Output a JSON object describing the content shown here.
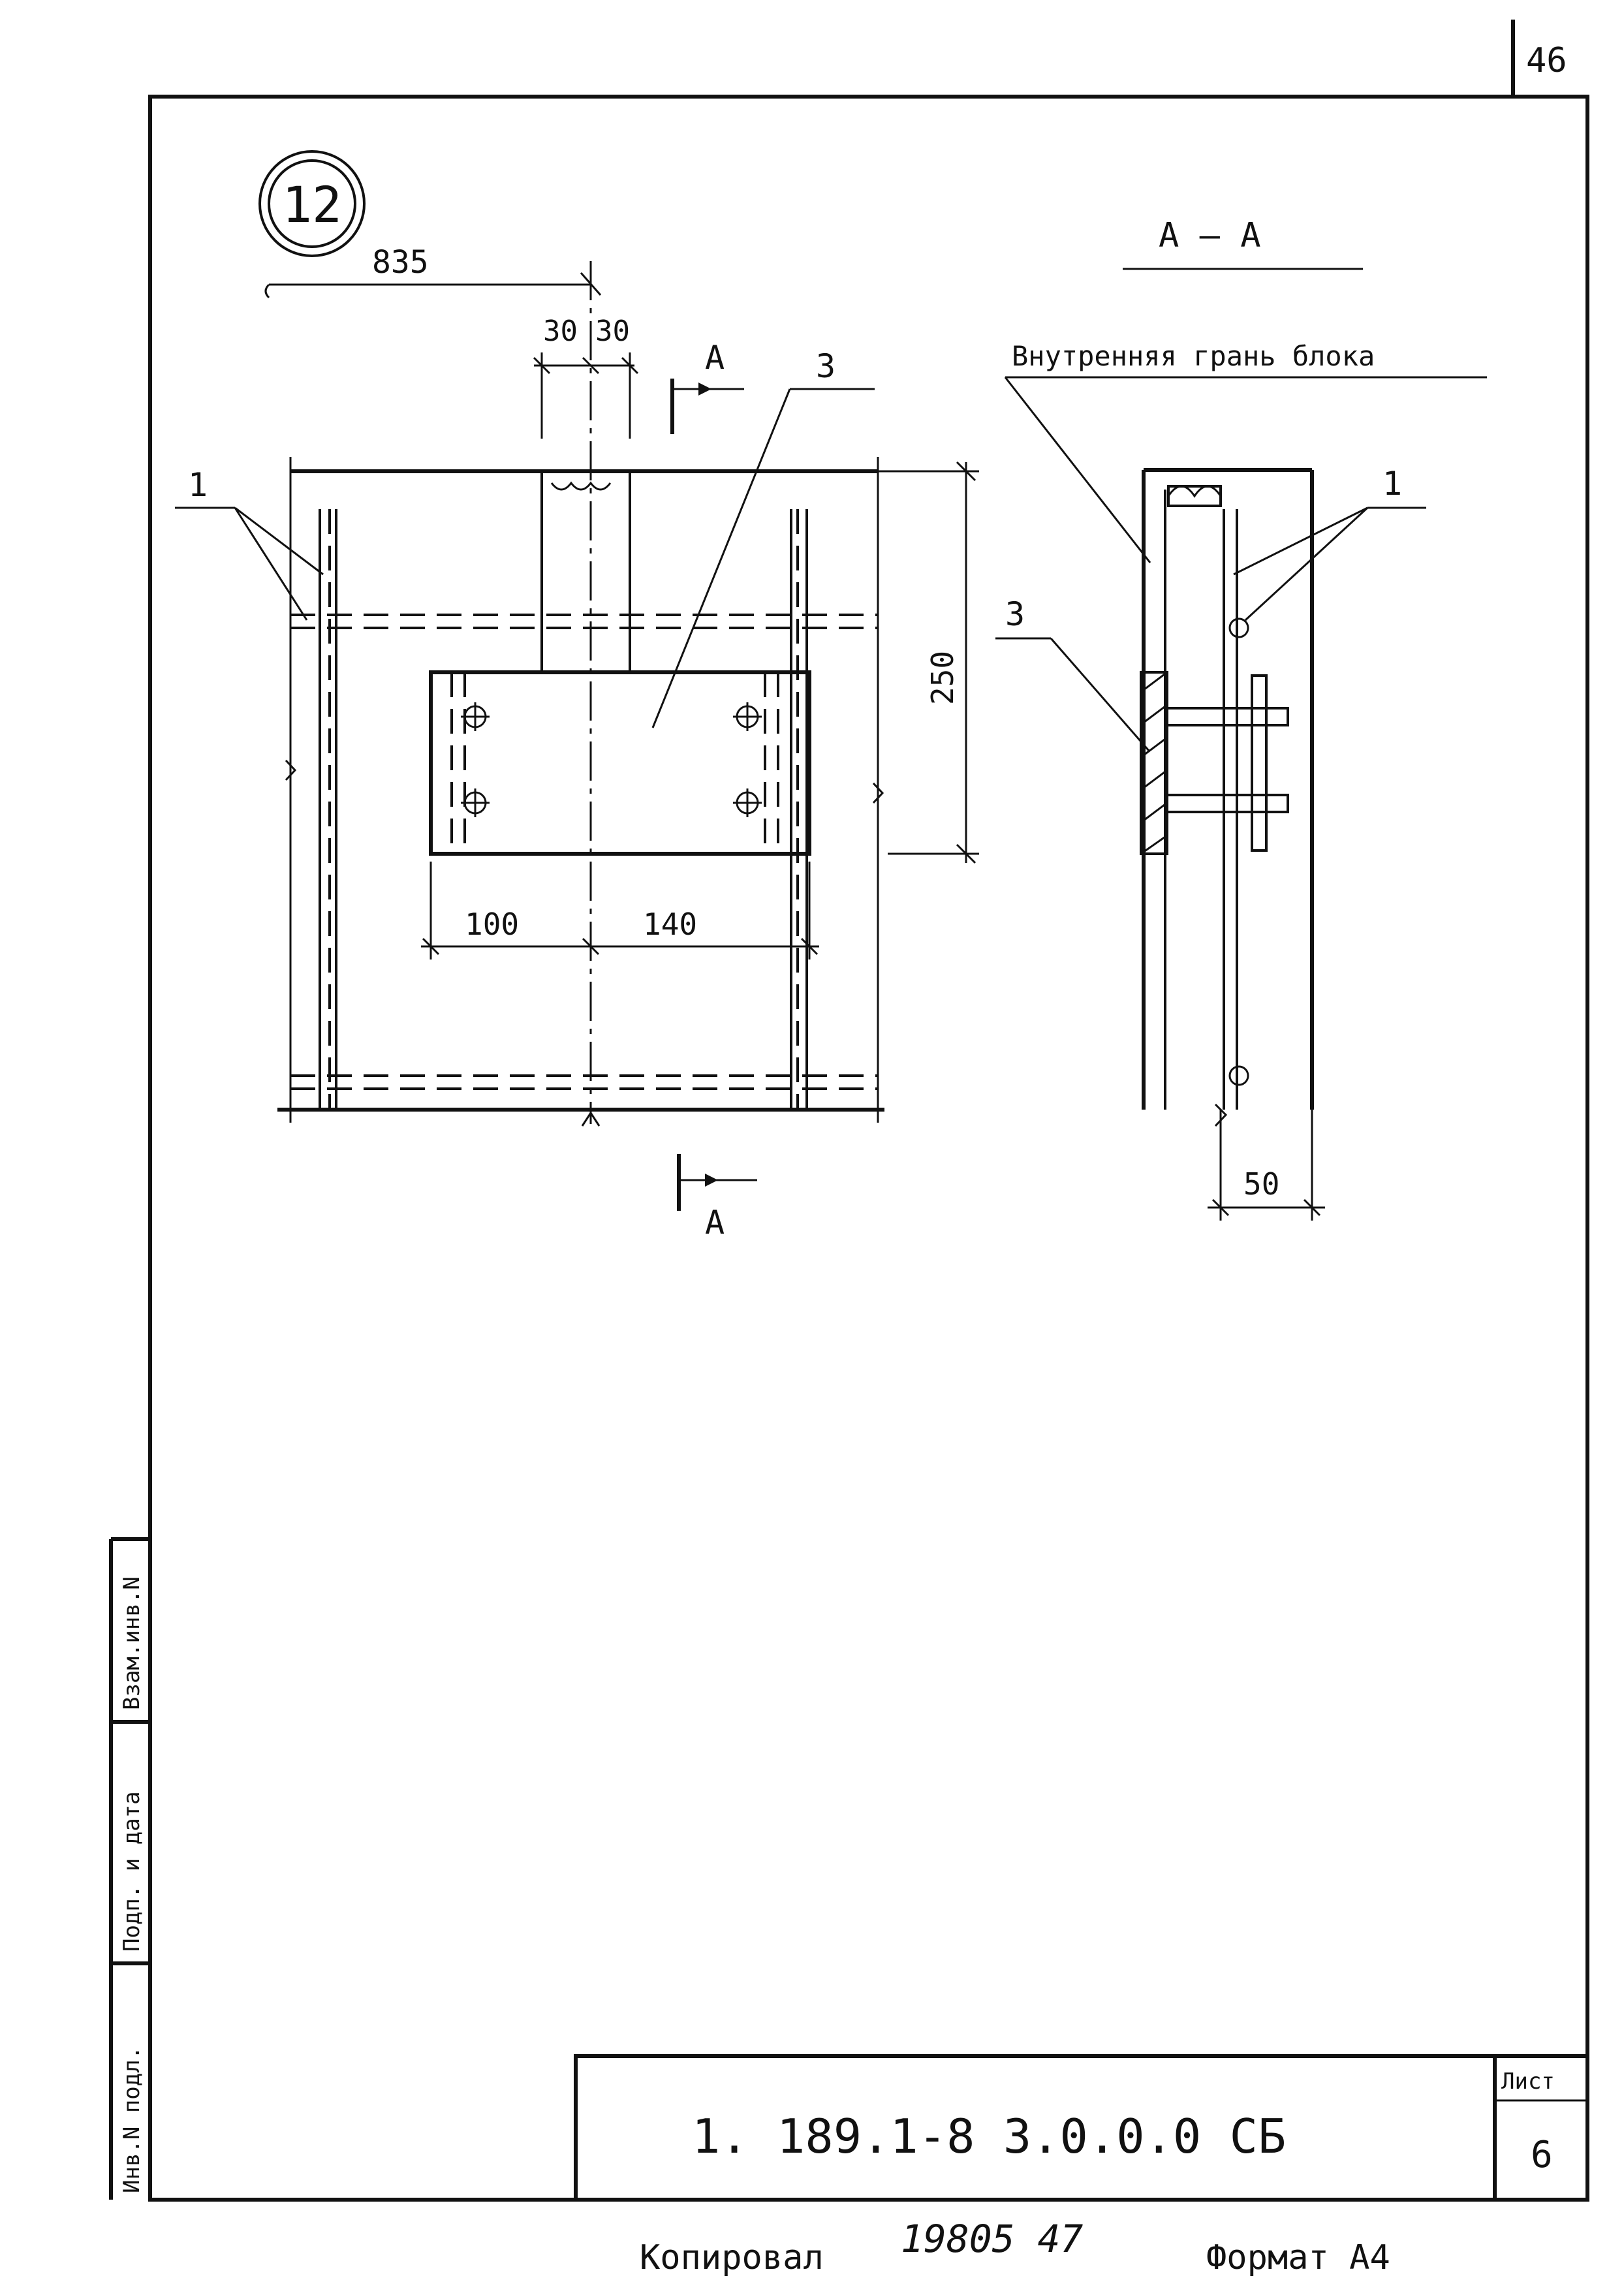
{
  "sheet_number_top": "46",
  "detail_number": "12",
  "section_label": "А — А",
  "annotations": {
    "inner_face": "Внутренняя грань блока",
    "pos1_left": "1",
    "pos1_right": "1",
    "pos3_plan": "3",
    "pos3_section": "3",
    "cut_mark_top": "А",
    "cut_mark_bottom": "А"
  },
  "dimensions": {
    "d835": "835",
    "d30_left": "30",
    "d30_right": "30",
    "d250": "250",
    "d100": "100",
    "d140": "140",
    "d50": "50"
  },
  "side_stamp": {
    "inv_orig": "Инв.N подл.",
    "sign_date": "Подп. и дата",
    "vzam_inv": "Взам.инв.N"
  },
  "title_block": {
    "designation": "1. 189.1-8  3.0.0.0 СБ",
    "sheet_label": "Лист",
    "sheet_value": "6"
  },
  "footer": {
    "copied_label": "Копировал",
    "copied_value": "19805 47",
    "format_label": "Формат А4"
  }
}
